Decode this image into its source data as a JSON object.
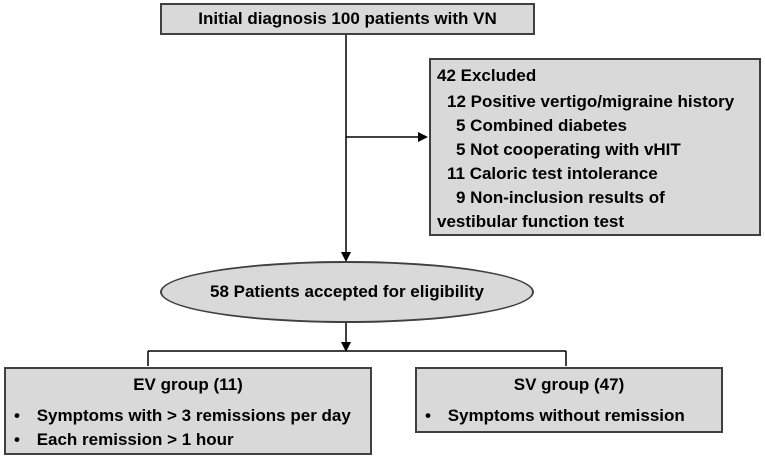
{
  "diagram": {
    "top_box": "Initial diagnosis 100 patients with VN",
    "excluded": {
      "title": "42 Excluded",
      "items": [
        "12 Positive vertigo/migraine history",
        "5 Combined diabetes",
        "5 Not cooperating with vHIT",
        "11 Caloric test intolerance",
        "9 Non-inclusion results of",
        "vestibular function test"
      ]
    },
    "eligible": "58 Patients accepted for eligibility",
    "ev_group": {
      "title": "EV group (11)",
      "bullets": [
        "Symptoms with > 3 remissions per day",
        "Each remission > 1 hour"
      ]
    },
    "sv_group": {
      "title": "SV group (47)",
      "bullets": [
        "Symptoms without remission"
      ]
    },
    "colors": {
      "box_fill": "#d9d9d9",
      "border": "#404040",
      "line": "#000000"
    }
  }
}
